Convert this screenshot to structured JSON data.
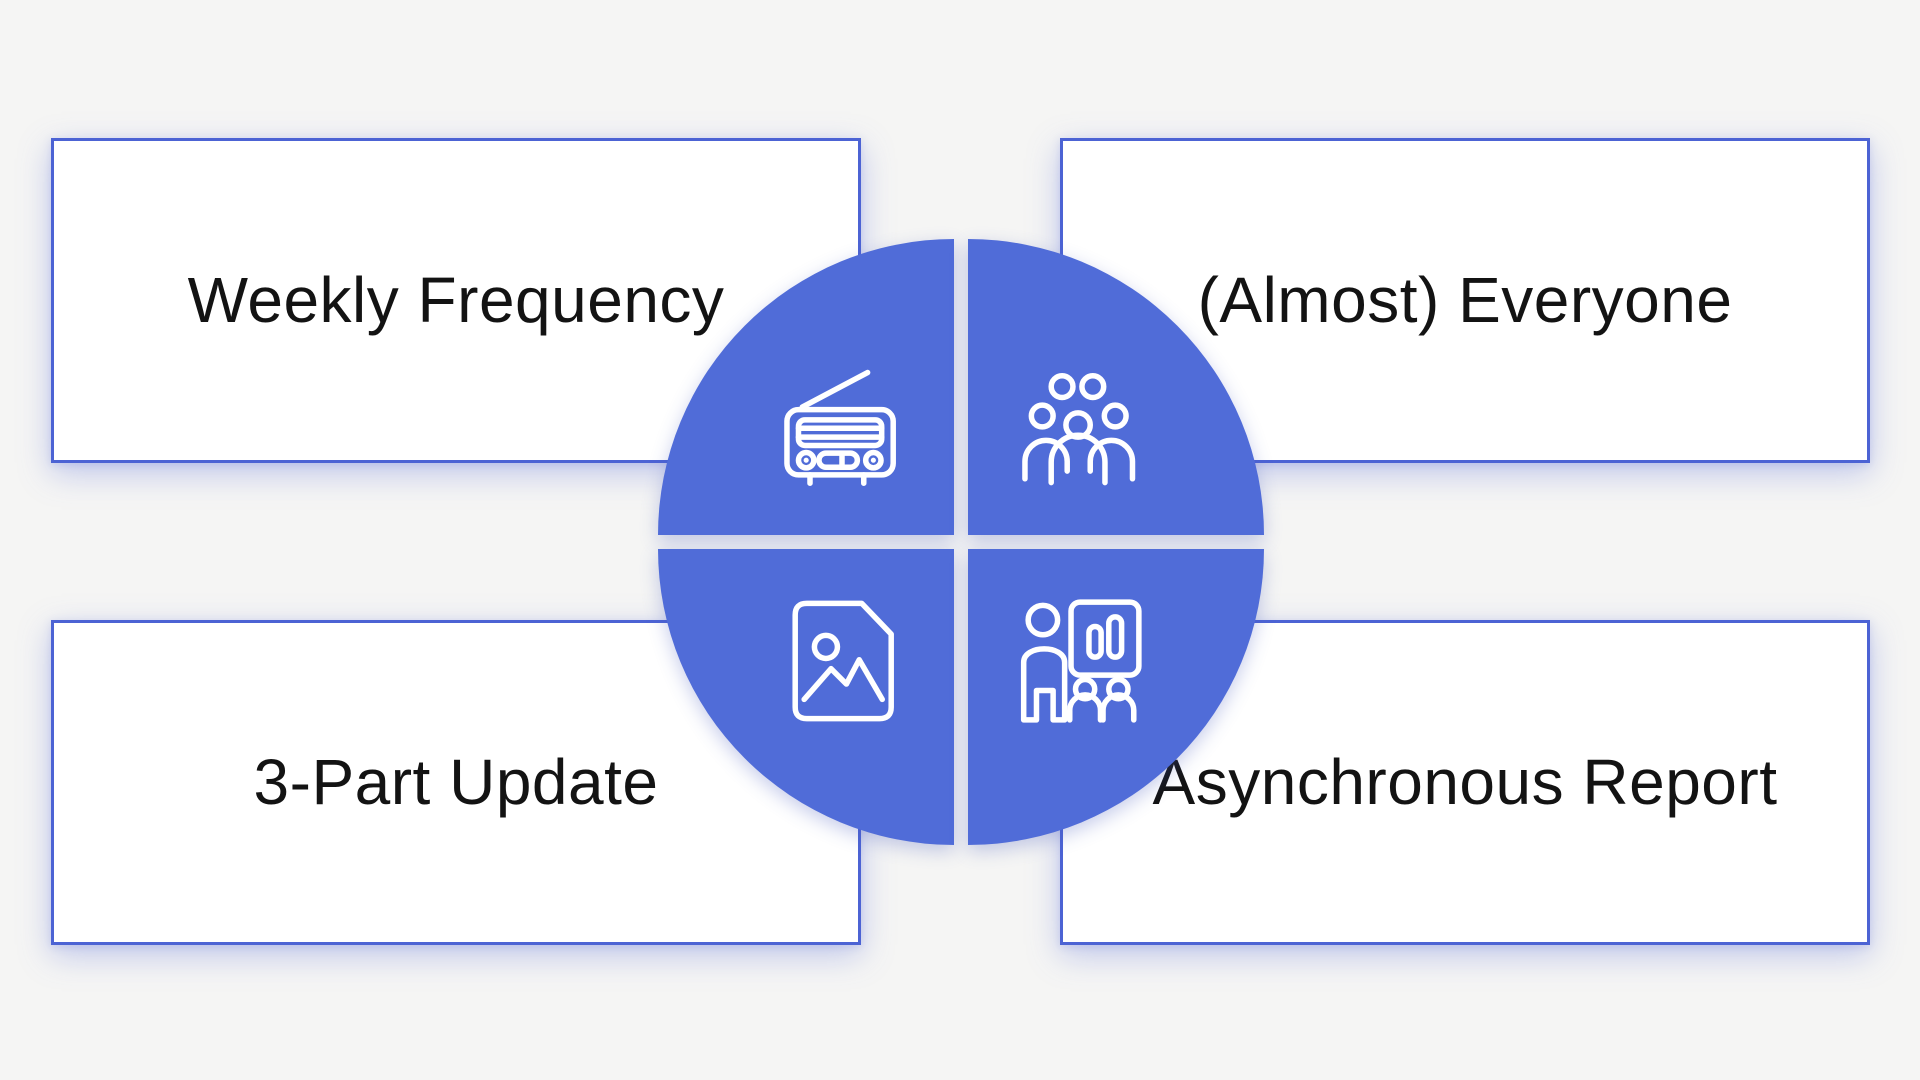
{
  "colors": {
    "background": "#F5F5F4",
    "accent": "#506CD8",
    "card_border": "#4C63D4",
    "icon_stroke": "#FFFFFF",
    "text": "#131313"
  },
  "cards": [
    {
      "position": "top-left",
      "label": "Weekly Frequency"
    },
    {
      "position": "top-right",
      "label": "(Almost) Everyone"
    },
    {
      "position": "bottom-left",
      "label": "3-Part Update"
    },
    {
      "position": "bottom-right",
      "label": "Asynchronous Report"
    }
  ],
  "quadrants": [
    {
      "position": "top-left",
      "icon": "radio-icon"
    },
    {
      "position": "top-right",
      "icon": "group-icon"
    },
    {
      "position": "bottom-left",
      "icon": "image-file-icon"
    },
    {
      "position": "bottom-right",
      "icon": "presentation-icon"
    }
  ]
}
